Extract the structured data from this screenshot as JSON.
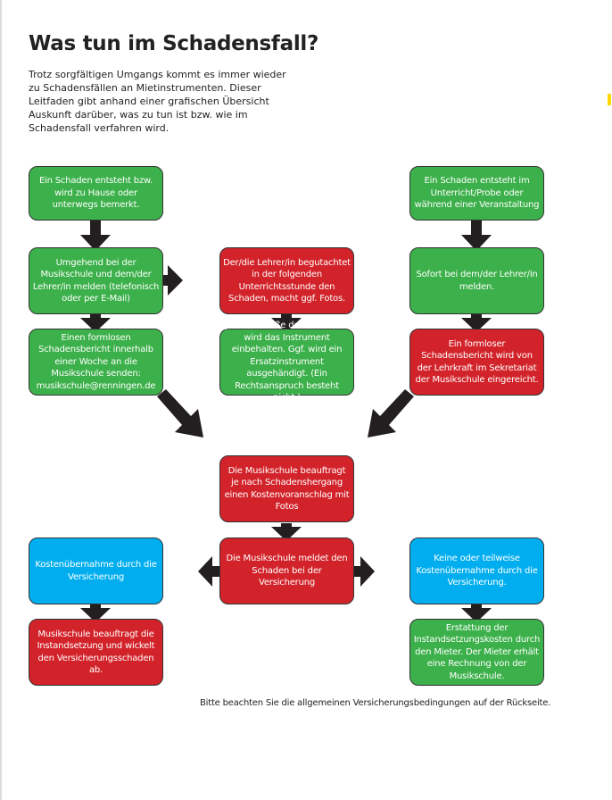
{
  "title": "Was tun im Schadensfall?",
  "intro": "Trotz sorgfältigen Umgangs kommt es immer wieder zu Schadensfällen an Mietinstrumenten. Dieser Leitfaden gibt anhand einer grafischen Übersicht Auskunft darüber, was zu tun ist bzw. wie im Schadensfall verfahren wird.",
  "colors": {
    "green": "#3cb04a",
    "red": "#d2232a",
    "blue": "#00aeef"
  },
  "boxes": {
    "home_damage": "Ein Schaden entsteht bzw. wird zu Hause oder unterwegs bemerkt.",
    "report_immediately": "Umgehend bei der Musikschule und dem/der Lehrer/in melden (telefonisch oder per E-Mail)",
    "send_report": "Einen formlosen Schadensbericht innerhalb einer Woche an die Musikschule senden: musikschule@renningen.de",
    "teacher_inspects": "Der/die Lehrer/in begutachtet in der folgenden Unterrichtsstunde den Schaden, macht ggf. Fotos.",
    "instrument_retained": "Je nach Größe des Schadens wird das Instrument einbehalten. Ggf. wird ein Ersatzinstrument ausgehändigt. (Ein Rechtsanspruch besteht nicht.)",
    "lesson_damage": "Ein Schaden entsteht im Unterricht/Probe oder während einer Veranstaltung",
    "tell_teacher": "Sofort bei dem/der Lehrer/in melden.",
    "teacher_report": "Ein formloser Schadensbericht wird von der Lehrkraft im Sekretariat der Musikschule eingereicht.",
    "cost_estimate": "Die Musikschule beauftragt je nach Schadenshergang einen Kostenvoranschlag mit Fotos",
    "notify_insurance": "Die Musikschule meldet den Schaden bei der Versicherung",
    "insurance_covers": "Kostenübernahme durch die Versicherung",
    "school_repairs": "Musikschule beauftragt die Instandsetzung und wickelt den Versicherungsschaden ab.",
    "no_coverage": "Keine oder teilweise Kostenübernahme durch die Versicherung.",
    "tenant_pays": "Erstattung der Instandsetzungskosten durch den Mieter. Der Mieter erhält eine Rechnung von der Musikschule."
  },
  "note": "Bitte beachten Sie die allgemeinen Versicherungsbedingungen auf der Rückseite."
}
